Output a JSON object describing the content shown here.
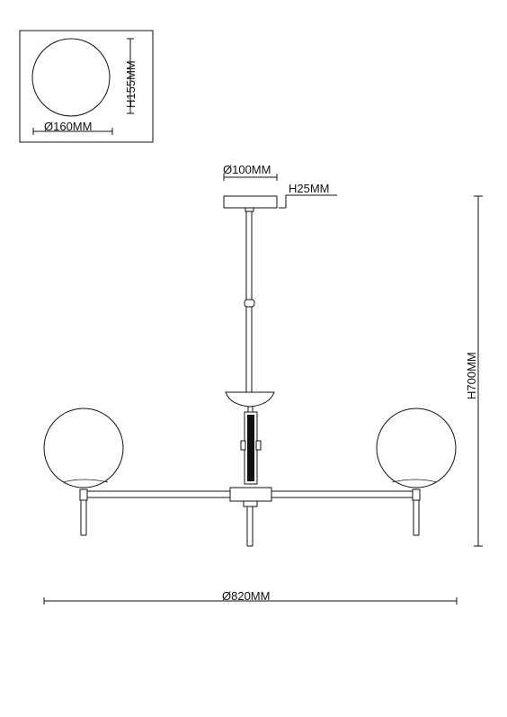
{
  "diagram": {
    "shade_detail": {
      "height_label": "H155MM",
      "diameter_label": "Ø160MM"
    },
    "canopy": {
      "diameter_label": "Ø100MM",
      "height_label": "H25MM"
    },
    "overall": {
      "height_label": "H700MM",
      "width_label": "Ø820MM"
    },
    "line_color": "#111111"
  }
}
